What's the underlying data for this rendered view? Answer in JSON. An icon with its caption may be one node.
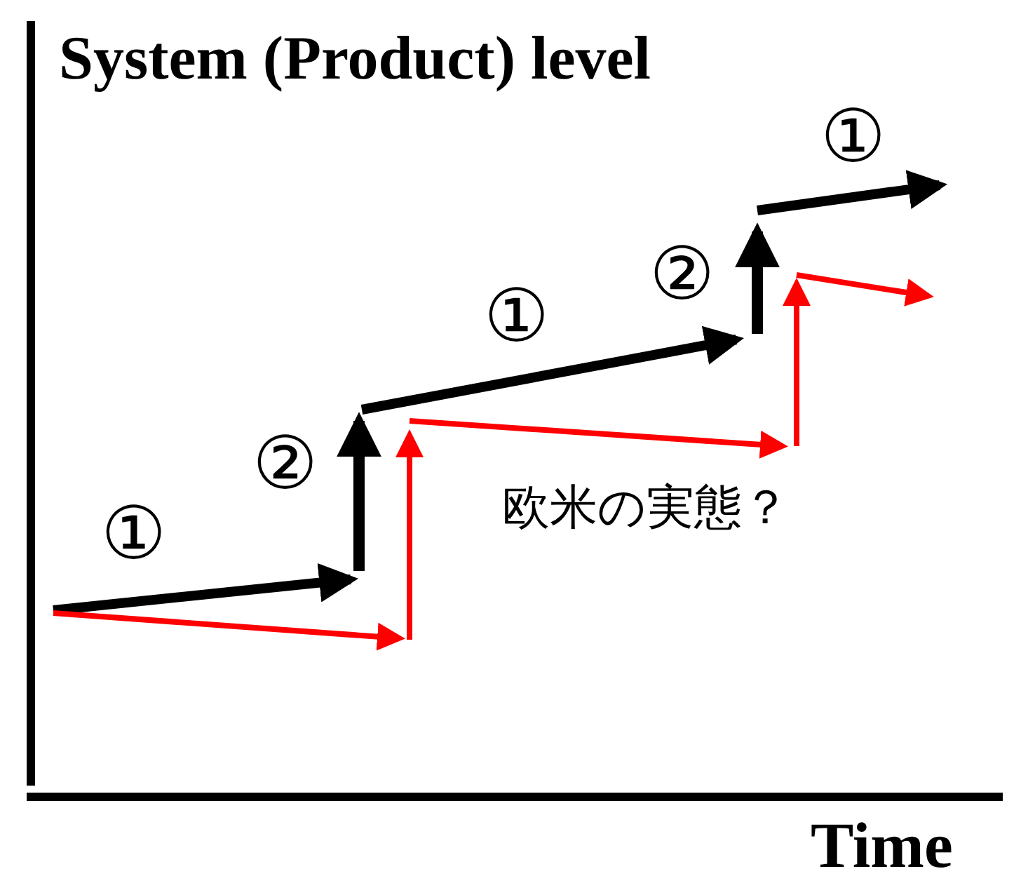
{
  "diagram": {
    "labels": [
      "System (Product) level",
      "①",
      "②",
      "①",
      "②",
      "①",
      "欧米の実態？",
      "Time"
    ]
  }
}
